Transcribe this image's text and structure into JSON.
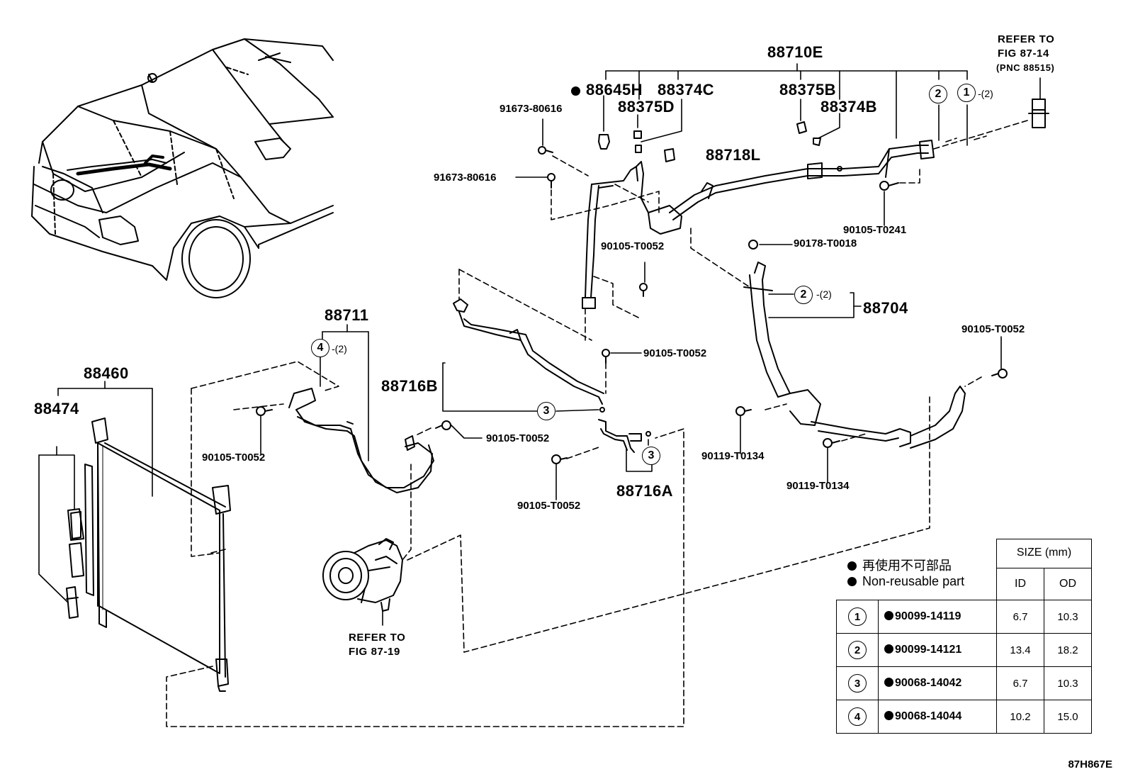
{
  "labels": {
    "p88710E": "88710E",
    "p88645H": "88645H",
    "p88374C": "88374C",
    "p88375D": "88375D",
    "p88375B": "88375B",
    "p88374B": "88374B",
    "p88718L": "88718L",
    "p88711": "88711",
    "p88460": "88460",
    "p88474": "88474",
    "p88716B": "88716B",
    "p88716A": "88716A",
    "p88704": "88704",
    "b91673_1": "91673-80616",
    "b91673_2": "91673-80616",
    "b90105_T0241": "90105-T0241",
    "b90105_T0052_a": "90105-T0052",
    "b90178_T0018": "90178-T0018",
    "b90105_T0052_b": "90105-T0052",
    "b90105_T0052_c": "90105-T0052",
    "b90105_T0052_d": "90105-T0052",
    "b90105_T0052_e": "90105-T0052",
    "b90105_T0052_f": "90105-T0052",
    "b90119_T0134_a": "90119-T0134",
    "b90119_T0134_b": "90119-T0134"
  },
  "refs": {
    "top_line1": "REFER TO",
    "top_line2": "FIG 87-14",
    "top_line3": "(PNC 88515)",
    "comp_line1": "REFER TO",
    "comp_line2": "FIG 87-19"
  },
  "callouts": {
    "c1_top": "1",
    "c2_top": "2",
    "c2_mid": "2",
    "c3_a": "3",
    "c3_b": "3",
    "c4": "4",
    "q_c1_top": "-(2)",
    "q_c2_mid": "-(2)",
    "q_c4": "-(2)"
  },
  "legend": {
    "jp": "再使用不可部品",
    "en": "Non-reusable part",
    "size_header": "SIZE (mm)",
    "col_id": "ID",
    "col_od": "OD",
    "rows": [
      {
        "idx": "1",
        "part": "90099-14119",
        "id": "6.7",
        "od": "10.3"
      },
      {
        "idx": "2",
        "part": "90099-14121",
        "id": "13.4",
        "od": "18.2"
      },
      {
        "idx": "3",
        "part": "90068-14042",
        "id": "6.7",
        "od": "10.3"
      },
      {
        "idx": "4",
        "part": "90068-14044",
        "id": "10.2",
        "od": "15.0"
      }
    ]
  },
  "code": "87H867E"
}
